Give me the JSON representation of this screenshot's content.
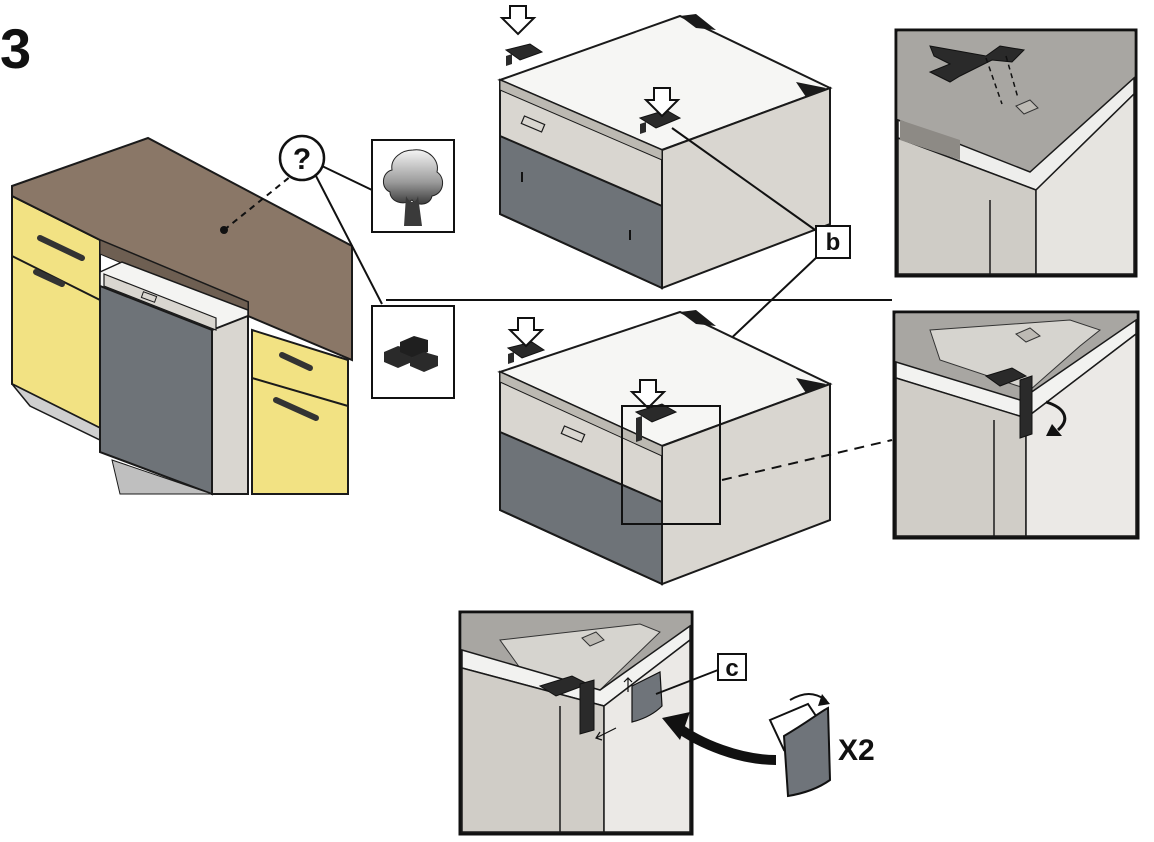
{
  "step_number": "3",
  "labels": {
    "b": "b",
    "c": "c",
    "question": "?",
    "quantity": "X2"
  },
  "icons": {
    "material_wood": "tree-icon",
    "material_other": "blocks-icon",
    "insert_arrow": "down-arrow-icon",
    "rotate": "rotate-arrow-icon"
  },
  "colors": {
    "worktop": "#8a7767",
    "cabinet": "#f2e283",
    "appliance_panel": "#6e7378",
    "appliance_body": "#d9d6d0",
    "appliance_top": "#f6f6f4",
    "outline": "#1a1a1a",
    "clip": "#6f747a"
  }
}
